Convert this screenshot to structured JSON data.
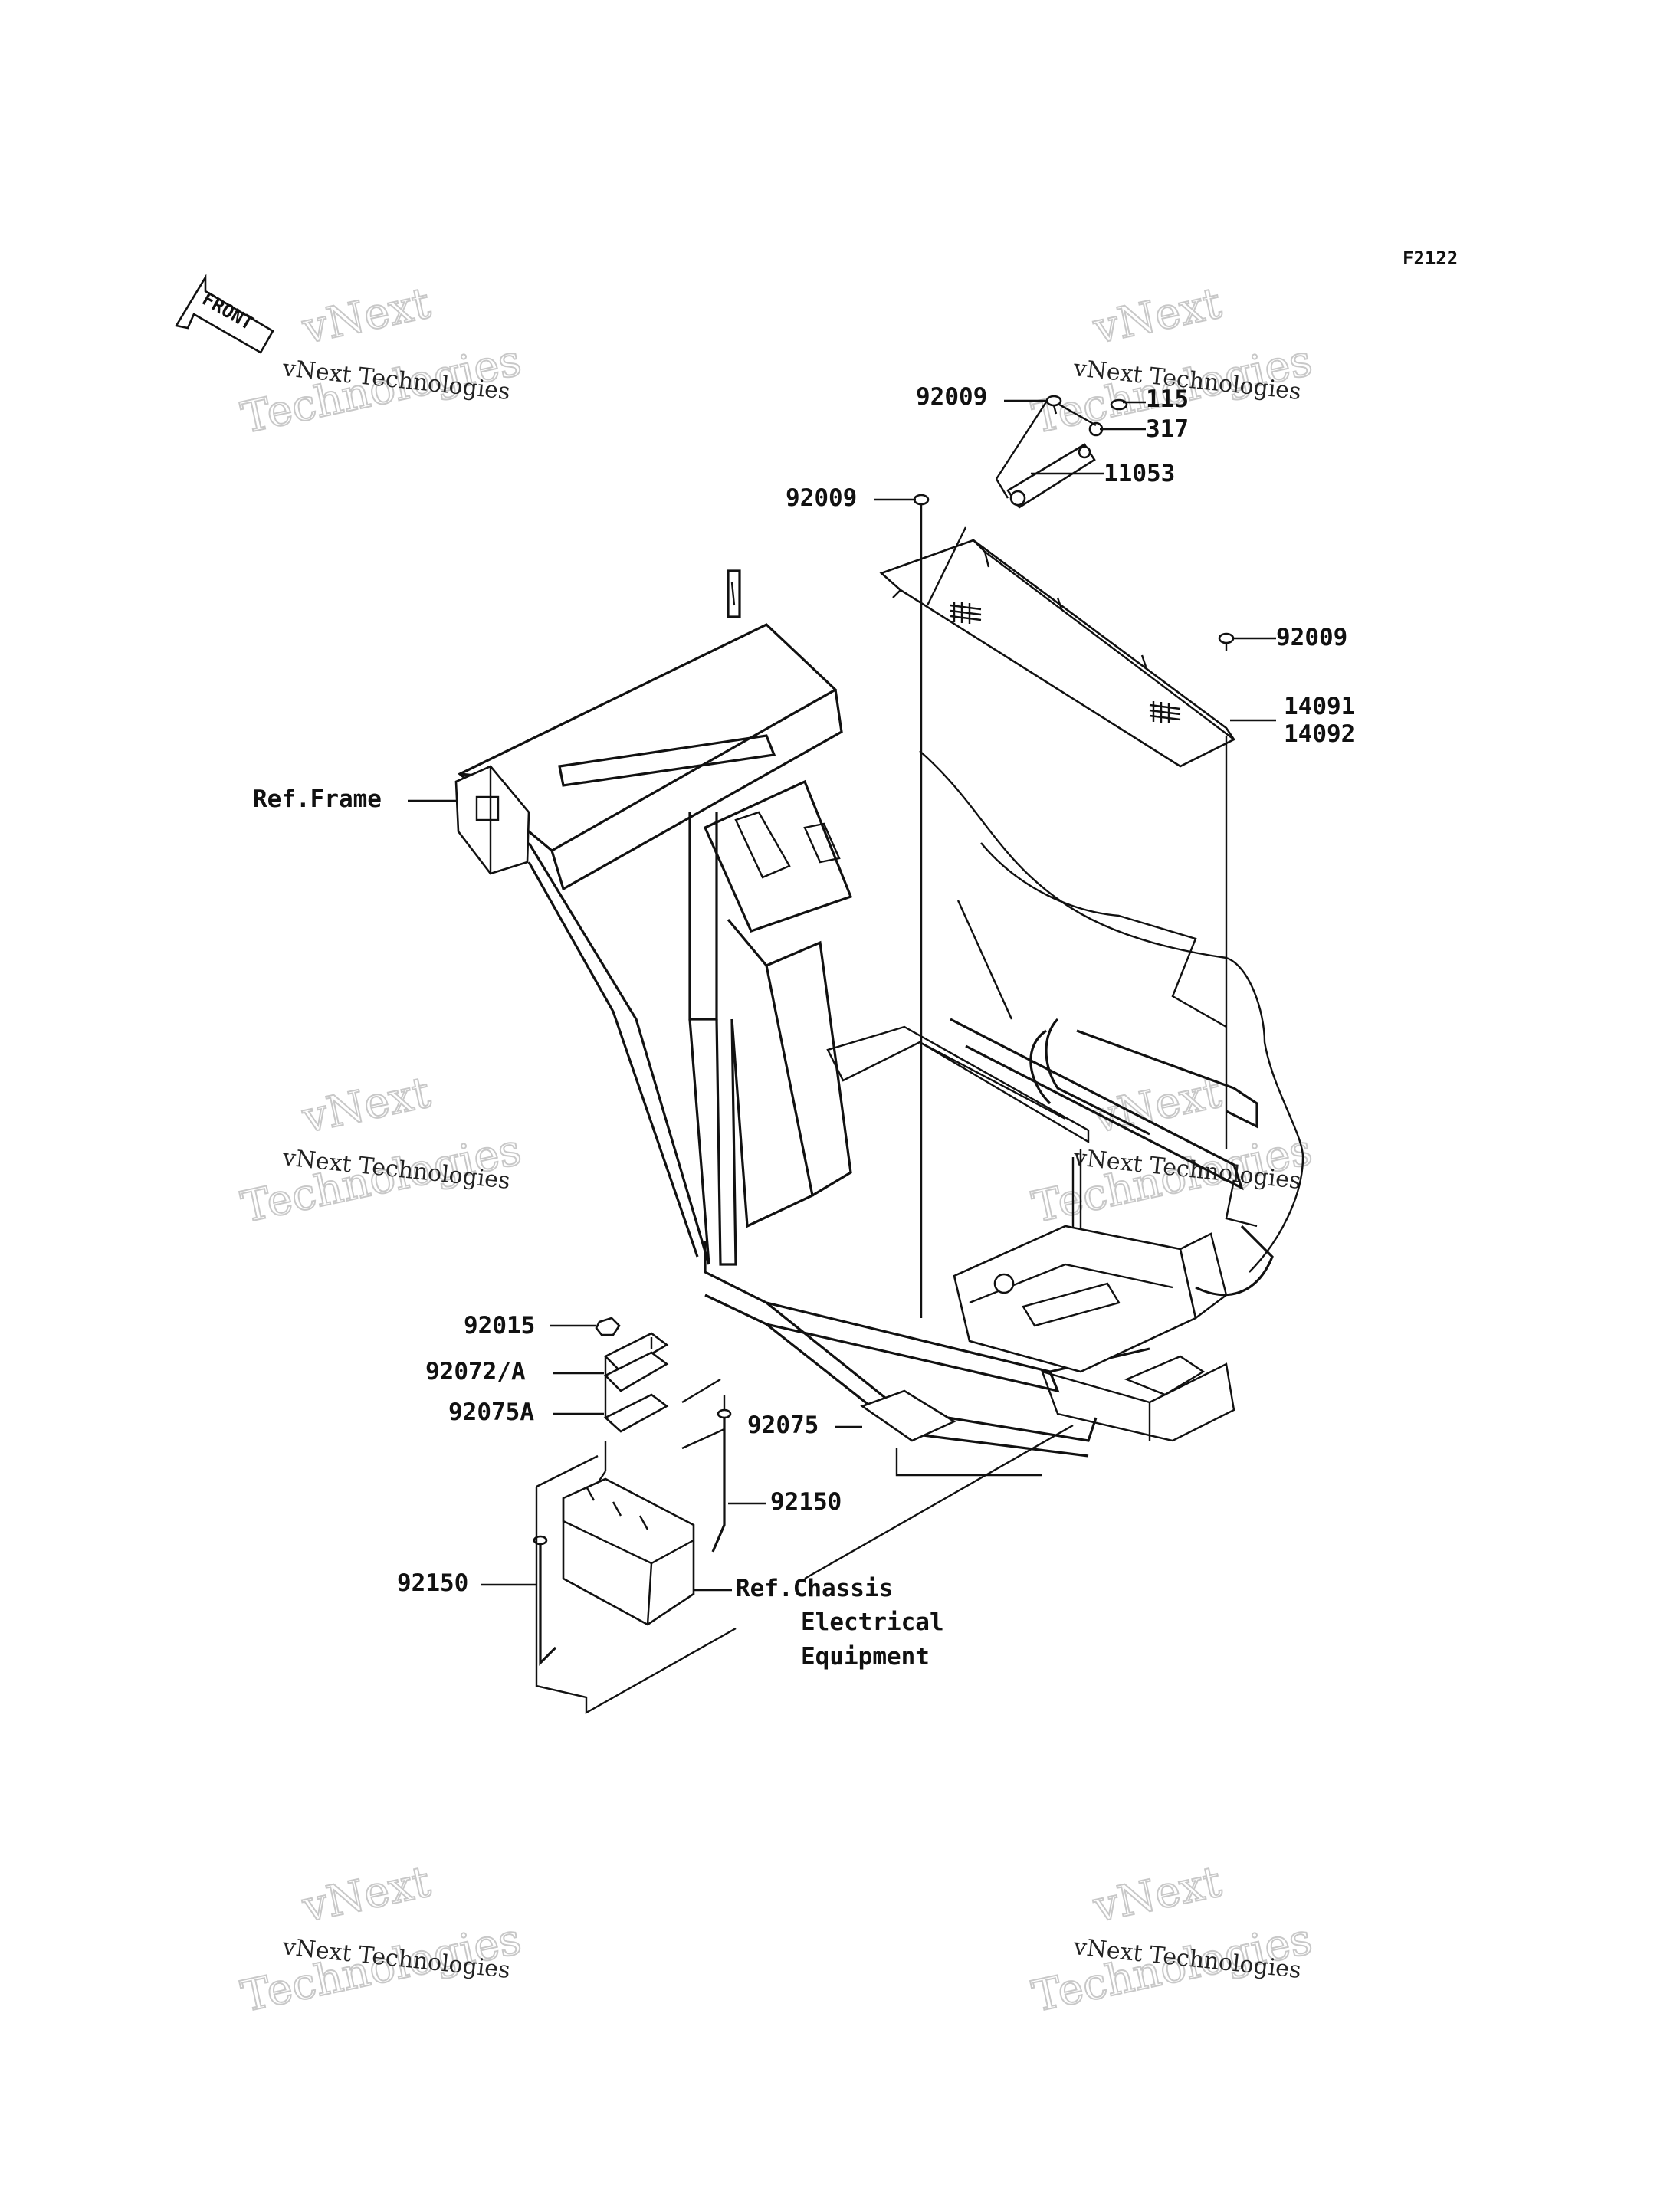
{
  "diagram": {
    "figure_code": "F2122",
    "front_arrow_label": "FRONT",
    "watermark_line1": "vNext Technologies",
    "watermark_line2": "vNext",
    "watermark_line3": "Technologies",
    "labels": {
      "l_92009_top": "92009",
      "l_115": "115",
      "l_317": "317",
      "l_11053": "11053",
      "l_92009_mid": "92009",
      "l_92009_right": "92009",
      "l_14091": "14091",
      "l_14092": "14092",
      "l_ref_frame": "Ref.Frame",
      "l_92015": "92015",
      "l_92072a": "92072/A",
      "l_92075a": "92075A",
      "l_92075": "92075",
      "l_92150_right": "92150",
      "l_92150_left": "92150",
      "l_ref_chassis_1": "Ref.Chassis",
      "l_ref_chassis_2": "Electrical",
      "l_ref_chassis_3": "Equipment"
    }
  }
}
